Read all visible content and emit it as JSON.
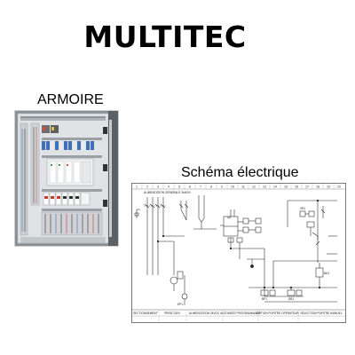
{
  "brand": {
    "title": "MULTITEC"
  },
  "cabinet_photo": {
    "label": "ARMOIRE"
  },
  "schematic": {
    "label": "Schéma électrique",
    "column_numbers": [
      "1",
      "2",
      "3",
      "4",
      "5",
      "6",
      "7",
      "8",
      "9",
      "10",
      "11",
      "12",
      "13",
      "14",
      "15",
      "16",
      "17",
      "18",
      "19",
      "20"
    ],
    "top_label": "ALIMENTATION GENERALE 3x400V",
    "bottom_labels": {
      "sectionnement": "SECTIONNEMENT",
      "prise": "PRISE 230V",
      "alimentation": "ALIMENTATION 24VDC",
      "automate": "AUTOMATE PROGRAMMABLE",
      "option": "OPTION PUPITRE OPERATEUR",
      "selection": "SELECTION PUPITRE MANUEL"
    },
    "component_labels": {
      "q2": "Q2",
      "ep1": "EP1",
      "bp1": "BP1",
      "db1": "DB1",
      "ba1": "BA1",
      "xr1": "XR1"
    }
  }
}
